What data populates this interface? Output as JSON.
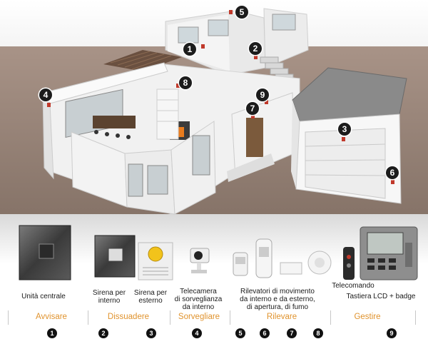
{
  "house_markers": [
    "1",
    "2",
    "3",
    "4",
    "5",
    "6",
    "7",
    "8",
    "9"
  ],
  "products": {
    "central_unit": "Unità centrale",
    "indoor_siren": "Sirena per\ninterno",
    "outdoor_siren": "Sirena per\nesterno",
    "indoor_camera": "Telecamera\ndi sorveglianza\nda interno",
    "detectors": "Rilevatori di movimento\nda interno e da esterno,\ndi apertura, di fumo",
    "remote": "Telecomando",
    "keypad": "Tastiera LCD + badge"
  },
  "categories": [
    "Avvisare",
    "Dissuadere",
    "Sorvegliare",
    "Rilevare",
    "Gestire"
  ],
  "numbers": [
    "1",
    "2",
    "3",
    "4",
    "5",
    "6",
    "7",
    "8",
    "9"
  ]
}
